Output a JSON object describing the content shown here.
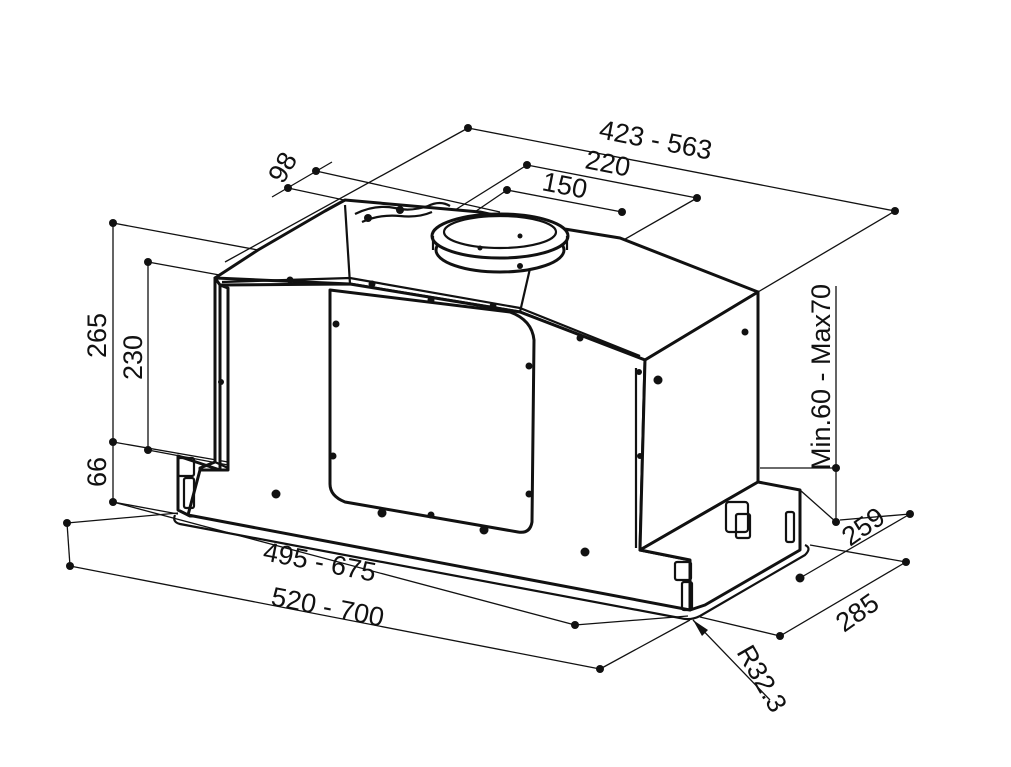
{
  "dimensions": {
    "top_width": "423 - 563",
    "outlet_offset": "98",
    "outlet_span": "220",
    "outlet_diameter": "150",
    "total_height": "265",
    "body_height": "230",
    "lower_height": "66",
    "inner_width": "495 - 675",
    "outer_width": "520 - 700",
    "inner_depth": "259",
    "outer_depth": "285",
    "insert_depth": "Min.60 - Max70",
    "corner_radius": "R32.3"
  },
  "colors": {
    "line": "#111111",
    "background": "#ffffff"
  }
}
